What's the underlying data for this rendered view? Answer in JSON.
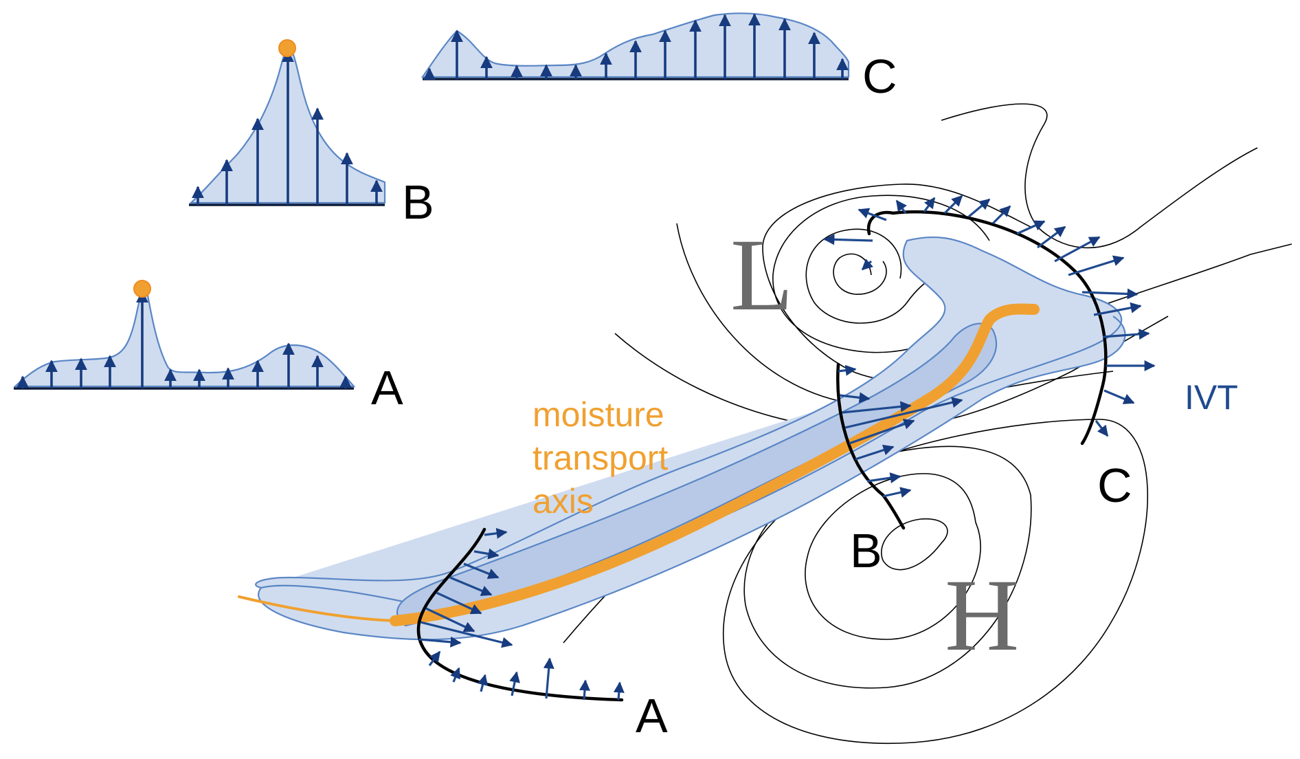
{
  "labels": {
    "profile_a": "A",
    "profile_b": "B",
    "profile_c": "C",
    "section_a": "A",
    "section_b": "B",
    "section_c": "C",
    "low": "L",
    "high": "H",
    "ivt": "IVT",
    "axis_line1": "moisture",
    "axis_line2": "transport",
    "axis_line3": "axis"
  },
  "colors": {
    "ivt_blue": "#1f4a8f",
    "shading_fill": "#cfdcef",
    "shading_stroke": "#5a86c5",
    "moisture_orange": "#f0a030",
    "pressure_letter_gray": "#6b6b6b"
  },
  "icons": {
    "maximum_marker": "orange-dot"
  }
}
